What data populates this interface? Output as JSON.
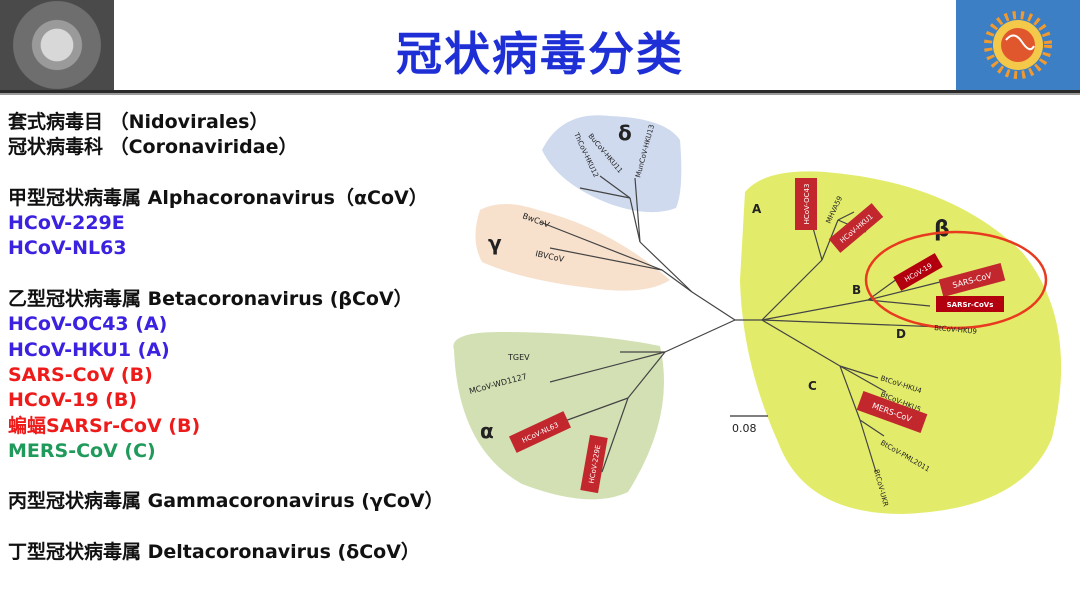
{
  "title": "冠状病毒分类",
  "left_lines": [
    {
      "text": "套式病毒目 （Nidovirales）",
      "color": "black"
    },
    {
      "text": "冠状病毒科 （Coronaviridae）",
      "color": "black"
    },
    {
      "text": "",
      "color": "black"
    },
    {
      "text": "甲型冠状病毒属 Alphacoronavirus（αCoV）",
      "color": "black"
    },
    {
      "text": "HCoV-229E",
      "color": "blue"
    },
    {
      "text": "HCoV-NL63",
      "color": "blue"
    },
    {
      "text": "",
      "color": "black"
    },
    {
      "text": "乙型冠状病毒属 Betacoronavirus (βCoV）",
      "color": "black"
    },
    {
      "text": "HCoV-OC43 (A)",
      "color": "blue"
    },
    {
      "text": "HCoV-HKU1 (A)",
      "color": "blue"
    },
    {
      "text": "SARS-CoV (B)",
      "color": "red"
    },
    {
      "text": "HCoV-19 (B)",
      "color": "red"
    },
    {
      "text": "蝙蝠SARSr-CoV (B)",
      "color": "red"
    },
    {
      "text": "MERS-CoV (C)",
      "color": "green"
    },
    {
      "text": "",
      "color": "black"
    },
    {
      "text": "丙型冠状病毒属 Gammacoronavirus (γCoV）",
      "color": "black"
    },
    {
      "text": "",
      "color": "black"
    },
    {
      "text": "丁型冠状病毒属 Deltacoronavirus (δCoV）",
      "color": "black"
    }
  ],
  "tree": {
    "genus_symbols": {
      "alpha": "α",
      "beta": "β",
      "gamma": "γ",
      "delta": "δ"
    },
    "clade_letters": {
      "A": "A",
      "B": "B",
      "C": "C",
      "D": "D"
    },
    "scale_label": "0.08",
    "leaves": {
      "tgev": "TGEV",
      "mcov": "MCoV-WD1127",
      "nl63": "HCoV-NL63",
      "e229": "HCoV-229E",
      "bwcov": "BwCoV",
      "ibvcov": "IBVCoV",
      "thcov": "ThCoV-HKU12",
      "bucov": "BuCoV-HKU11",
      "mun": "MunCoV-HKU13",
      "oc43": "HCoV-OC43",
      "mhv": "MHVA59",
      "hku1": "HCoV-HKU1",
      "hcov19": "HCoV-19",
      "sars": "SARS-CoV",
      "sarsr": "SARSr-CoVs",
      "hku9": "BtCoV-HKU9",
      "hku4": "BtCoV-HKU4",
      "hku5": "BtCoV-HKU5",
      "mers": "MERS-CoV",
      "pml": "BtCoV-PML2011",
      "ukr": "BtCoV-UKR"
    }
  },
  "colors": {
    "title": "#1f2fd6",
    "blue": "#3b21e0",
    "red": "#ee1b1b",
    "green": "#1f9a5a",
    "beta_region": "#e3ec6a",
    "alpha_region": "#d3e0b4",
    "gamma_region": "#f7e0cc",
    "delta_region": "#cfdaee",
    "label_box": "#c1272d",
    "highlight_circle": "#e83a1f"
  }
}
